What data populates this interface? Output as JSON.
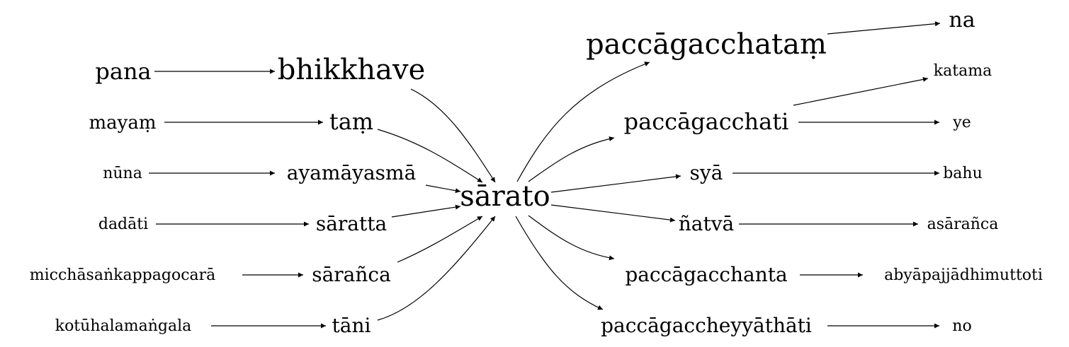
{
  "graph": {
    "center": "sārato",
    "left_sources": [
      "pana",
      "mayaṃ",
      "nūna",
      "dadāti",
      "micchāsaṅkappagocarā",
      "kotūhalamaṅgala"
    ],
    "left_mid": [
      "bhikkhave",
      "taṃ",
      "ayamāyasmā",
      "sāratta",
      "sārañca",
      "tāni"
    ],
    "right_mid": [
      "paccāgacchataṃ",
      "paccāgacchati",
      "syā",
      "ñatvā",
      "paccāgacchanta",
      "paccāgaccheyyāthāti"
    ],
    "right_targets": [
      "na",
      "katama",
      "ye",
      "bahu",
      "asārañca",
      "abyāpajjādhimuttoti",
      "no"
    ]
  }
}
